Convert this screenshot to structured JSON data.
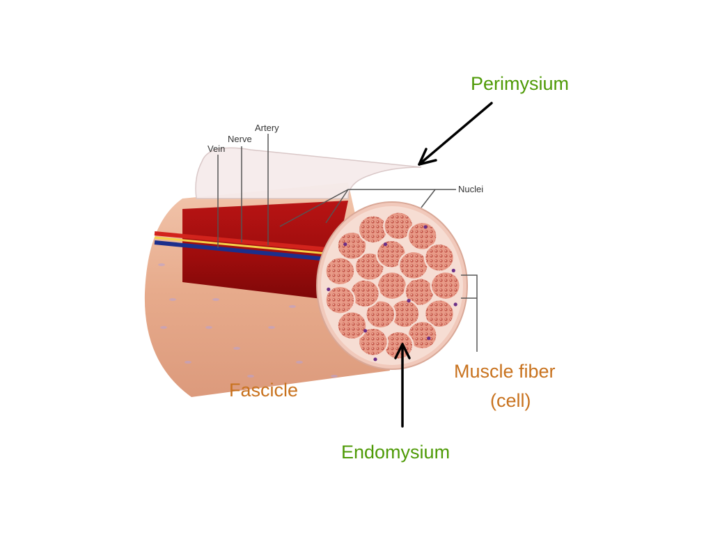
{
  "labels": {
    "perimysium": "Perimysium",
    "fascicle": "Fascicle",
    "muscle_fiber_line1": "Muscle fiber",
    "muscle_fiber_line2": "(cell)",
    "endomysium": "Endomysium",
    "artery": "Artery",
    "nerve": "Nerve",
    "vein": "Vein",
    "nuclei": "Nuclei"
  },
  "colors": {
    "green_label": "#4e9a06",
    "orange_label": "#c8721e",
    "outer_sheath": "#e9b193",
    "inner_red": "#a50f0f",
    "fiber_fill": "#e59584",
    "fiber_edge": "#b0413a",
    "vein": "#1c2f8c",
    "nerve": "#f4d24a",
    "artery": "#d2231c",
    "nucleus": "#6b2e86"
  }
}
